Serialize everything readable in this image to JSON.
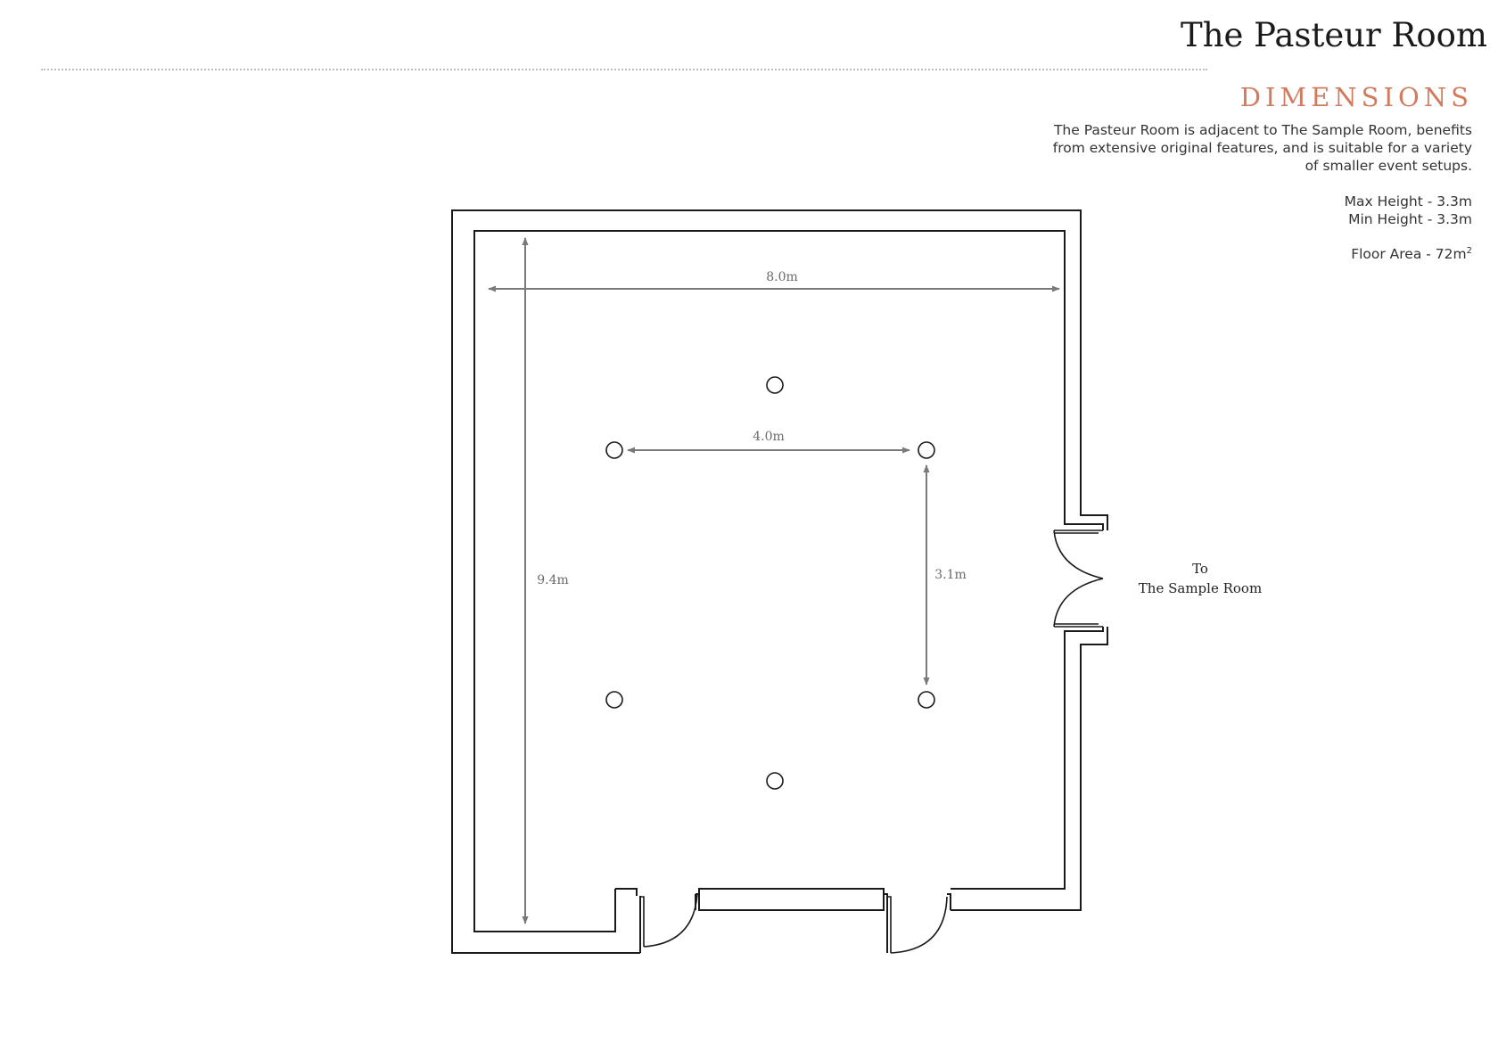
{
  "header": {
    "title": "The Pasteur Room",
    "section_heading": "DIMENSIONS"
  },
  "info": {
    "description": "The Pasteur Room is adjacent to The Sample Room, benefits from extensive original features, and is suitable for a variety of smaller event setups.",
    "max_height": "Max Height - 3.3m",
    "min_height": "Min Height - 3.3m",
    "floor_area": "Floor Area - 72m",
    "floor_area_unit_sup": "2"
  },
  "plan": {
    "dimensions": {
      "width": "8.0m",
      "depth": "9.4m",
      "column_spacing_x": "4.0m",
      "column_spacing_y": "3.1m"
    },
    "door_label": {
      "line1": "To",
      "line2": "The Sample Room"
    },
    "columns_count": 6
  },
  "colors": {
    "accent": "#d17c5e",
    "dimension_line": "#7a7a7a",
    "wall": "#1a1a1a"
  }
}
